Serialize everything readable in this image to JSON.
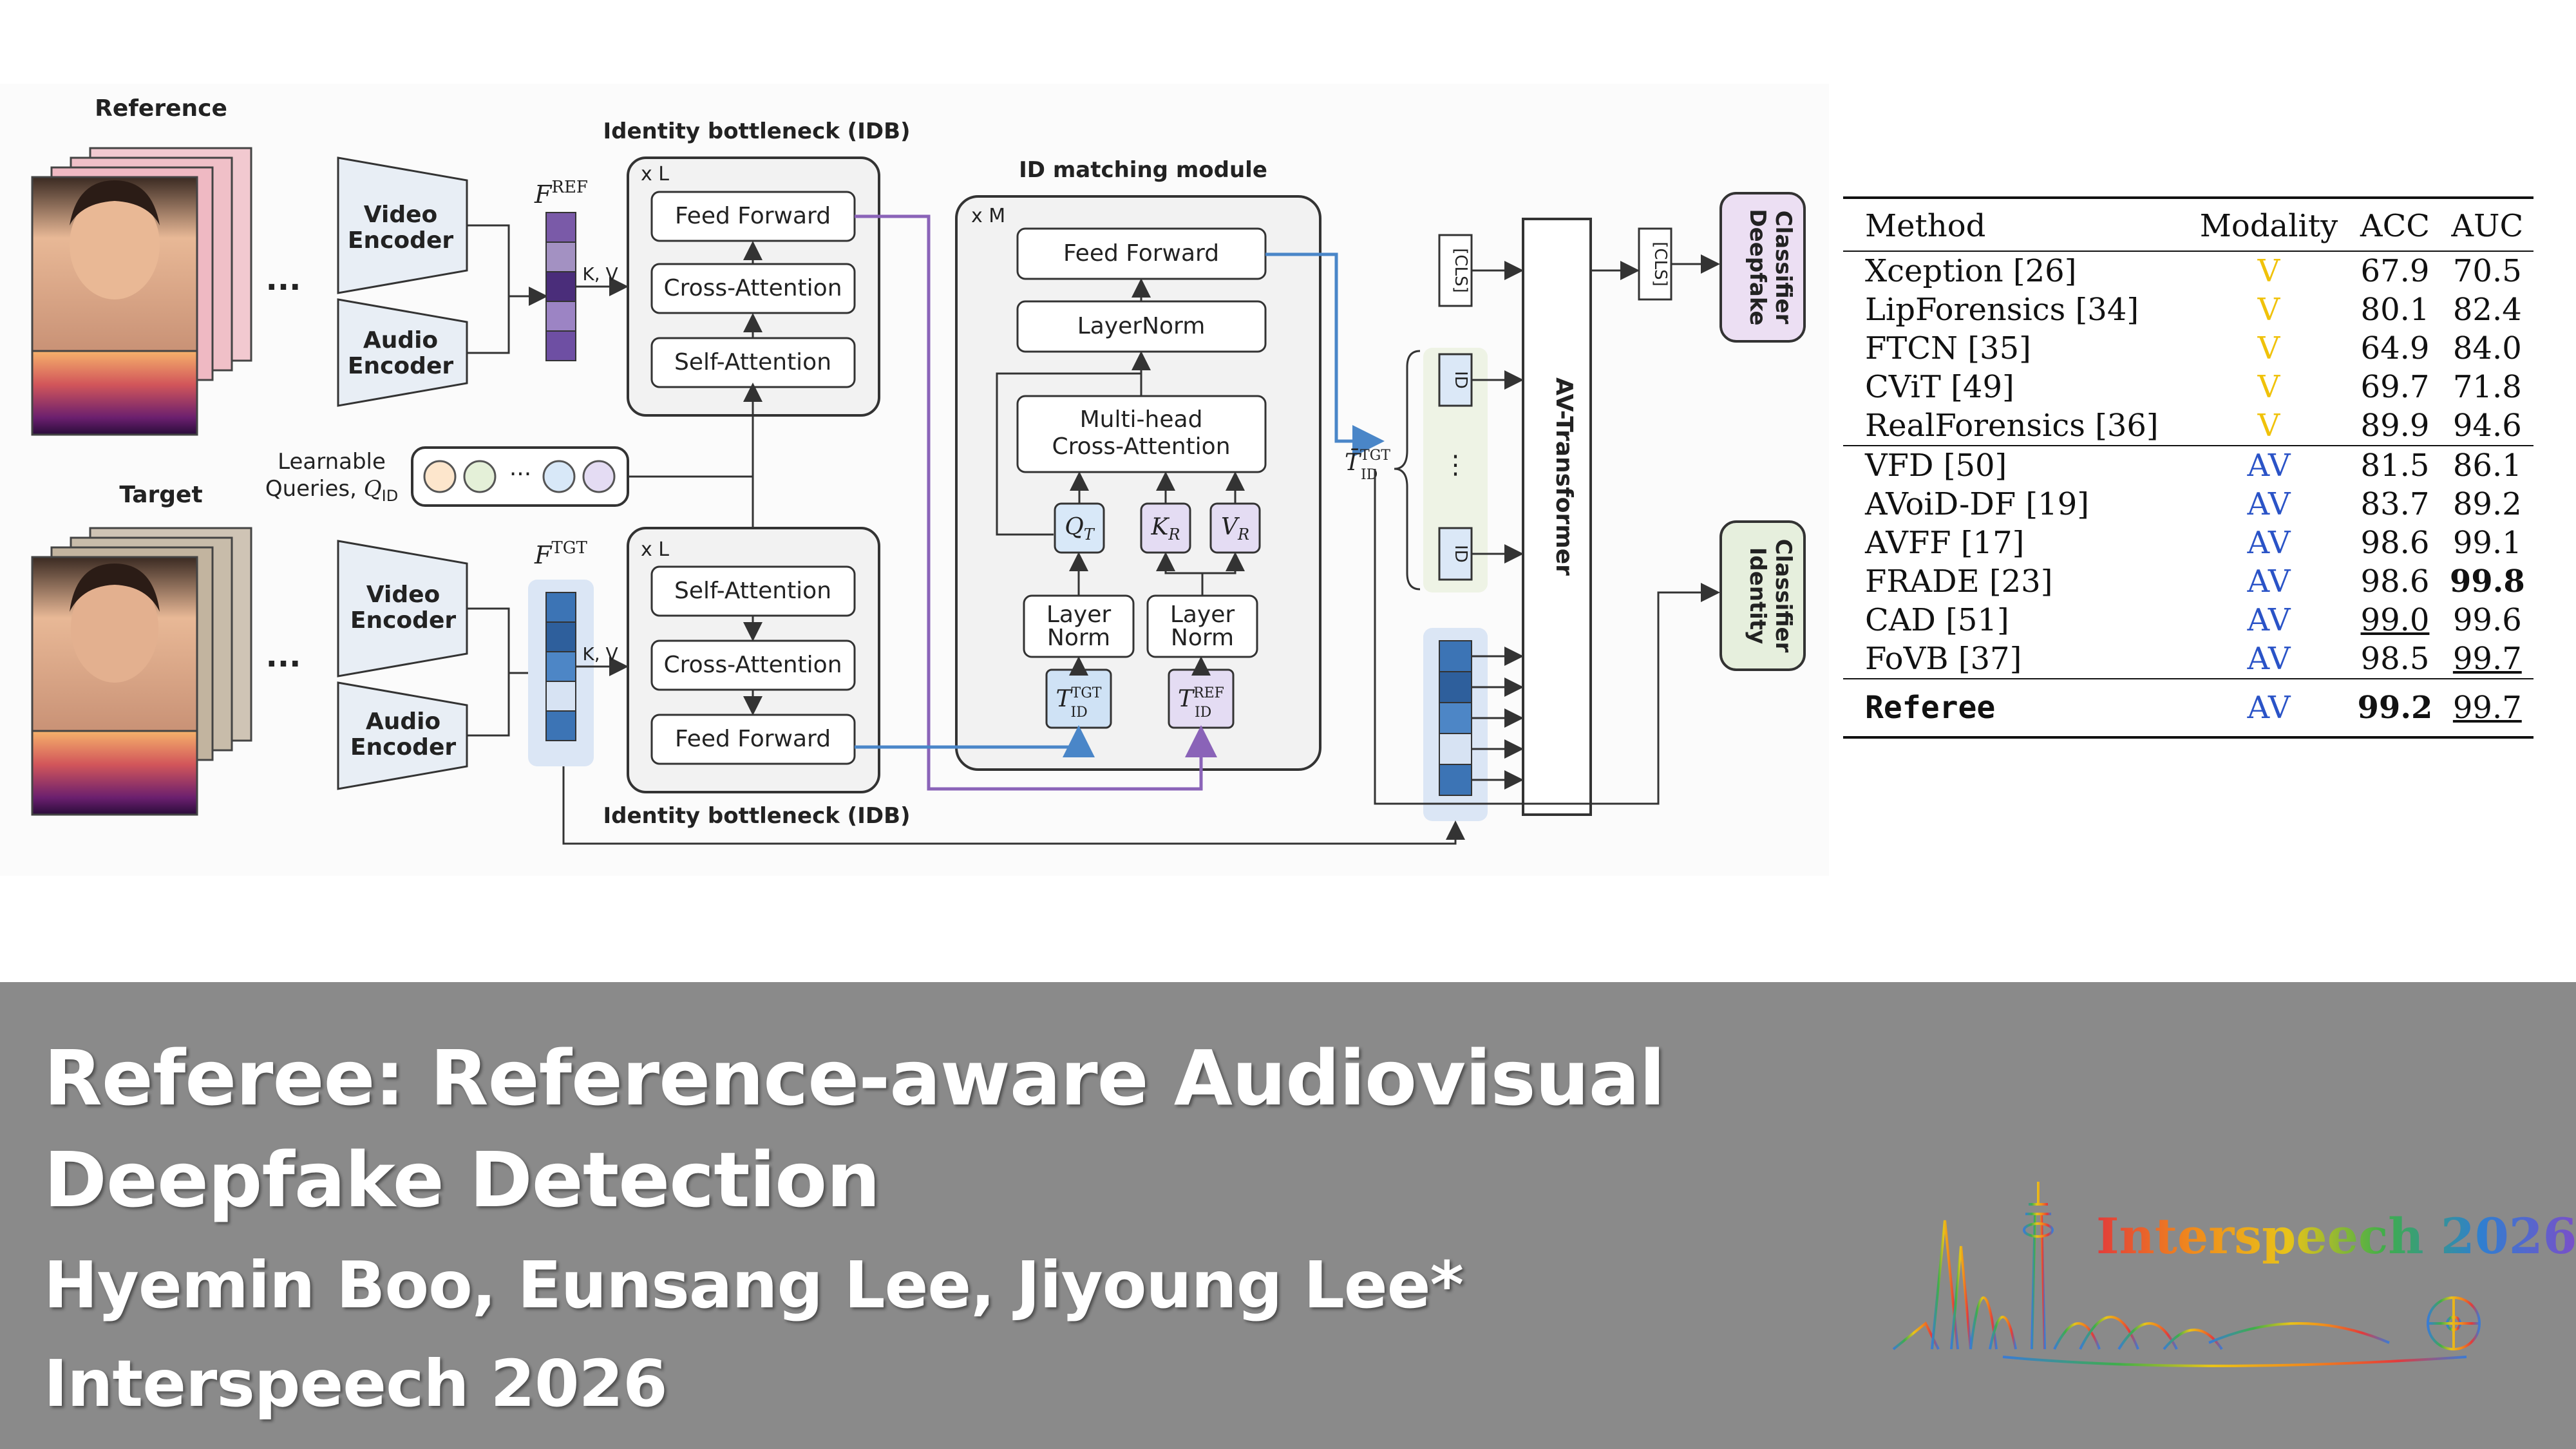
{
  "diagram": {
    "reference_label": "Reference",
    "target_label": "Target",
    "video_encoder": "Video\nEncoder",
    "audio_encoder": "Audio\nEncoder",
    "dots": "...",
    "f_ref": "F",
    "f_ref_sup": "REF",
    "f_tgt": "F",
    "f_tgt_sup": "TGT",
    "kv": "K, V",
    "xl": "x L",
    "xm": "x M",
    "idb_title": "Identity bottleneck (IDB)",
    "feed_forward": "Feed Forward",
    "cross_attention": "Cross-Attention",
    "self_attention": "Self-Attention",
    "learnable_queries_1": "Learnable",
    "learnable_queries_2": "Queries, Q",
    "learnable_queries_sub": "ID",
    "id_matching_title": "ID matching module",
    "layernorm": "LayerNorm",
    "mha_1": "Multi-head",
    "mha_2": "Cross-Attention",
    "qt": "Q",
    "qt_sub": "T",
    "kr": "K",
    "kr_sub": "R",
    "vr": "V",
    "vr_sub": "R",
    "layer_norm_1": "Layer",
    "layer_norm_2": "Norm",
    "t_id": "T",
    "t_id_sub": "ID",
    "tgt_sup": "TGT",
    "ref_sup": "REF",
    "cls": "[CLS]",
    "id_token": "ID",
    "vdots": "⋮",
    "av_transformer": "AV-Transformer",
    "deepfake_classifier": "Deepfake\nClassifier",
    "identity_classifier": "Identity\nClassifier"
  },
  "table": {
    "headers": [
      "Method",
      "Modality",
      "ACC",
      "AUC"
    ],
    "rows": [
      {
        "method": "Xception [26]",
        "modality": "V",
        "acc": "67.9",
        "auc": "70.5"
      },
      {
        "method": "LipForensics [34]",
        "modality": "V",
        "acc": "80.1",
        "auc": "82.4"
      },
      {
        "method": "FTCN [35]",
        "modality": "V",
        "acc": "64.9",
        "auc": "84.0"
      },
      {
        "method": "CViT [49]",
        "modality": "V",
        "acc": "69.7",
        "auc": "71.8"
      },
      {
        "method": "RealForensics [36]",
        "modality": "V",
        "acc": "89.9",
        "auc": "94.6"
      },
      {
        "method": "VFD [50]",
        "modality": "AV",
        "acc": "81.5",
        "auc": "86.1"
      },
      {
        "method": "AVoiD-DF [19]",
        "modality": "AV",
        "acc": "83.7",
        "auc": "89.2"
      },
      {
        "method": "AVFF [17]",
        "modality": "AV",
        "acc": "98.6",
        "auc": "99.1"
      },
      {
        "method": "FRADE [23]",
        "modality": "AV",
        "acc": "98.6",
        "auc": "99.8"
      },
      {
        "method": "CAD [51]",
        "modality": "AV",
        "acc": "99.0",
        "auc": "99.6"
      },
      {
        "method": "FoVB [37]",
        "modality": "AV",
        "acc": "98.5",
        "auc": "99.7"
      },
      {
        "method": "Referee",
        "modality": "AV",
        "acc": "99.2",
        "auc": "99.7"
      }
    ]
  },
  "banner": {
    "title_line1": "Referee: Reference-aware Audiovisual",
    "title_line2": "Deepfake Detection",
    "authors": "Hyemin Boo, Eunsang Lee,  Jiyoung Lee*",
    "venue": "Interspeech 2026",
    "logo_text": "Interspeech 2026"
  },
  "colors": {
    "banner_bg": "#8a8a8a",
    "modality_v": "#f0c20a",
    "modality_av": "#2a53c7",
    "purple_arrow": "#8a63b8",
    "blue_arrow": "#4a86c8",
    "ref_token": "#7a5aa8",
    "tgt_token": "#3c74b5"
  }
}
